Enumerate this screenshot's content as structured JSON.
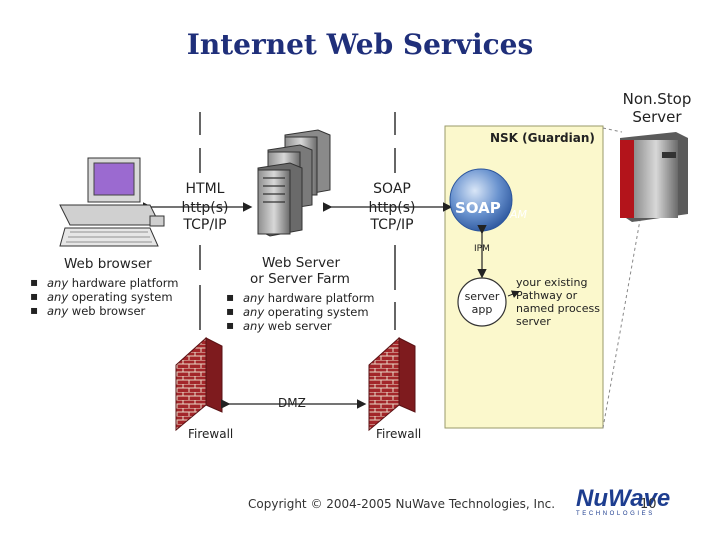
{
  "title": "Internet Web Services",
  "nonstop": {
    "line1": "Non.Stop",
    "line2": "Server"
  },
  "nsk_label": "NSK (Guardian)",
  "left_proto": {
    "line1": "HTML",
    "line2": "http(s)",
    "line3": "TCP/IP"
  },
  "right_proto": {
    "line1": "SOAP",
    "line2": "http(s)",
    "line3": "TCP/IP"
  },
  "browser": {
    "title": "Web browser",
    "bullets": [
      {
        "em": "any",
        "rest": " hardware platform"
      },
      {
        "em": "any",
        "rest": " operating system"
      },
      {
        "em": "any",
        "rest": " web browser"
      }
    ]
  },
  "server": {
    "title1": "Web Server",
    "title2": "or Server Farm",
    "bullets": [
      {
        "em": "any",
        "rest": " hardware platform"
      },
      {
        "em": "any",
        "rest": " operating system"
      },
      {
        "em": "any",
        "rest": " web server"
      }
    ]
  },
  "soap_am": {
    "soap": "SOAP",
    "am": "AM"
  },
  "ipm": "IPM",
  "server_app": {
    "line1": "server",
    "line2": "app"
  },
  "existing": {
    "line1": "your existing",
    "line2": "Pathway or",
    "line3": "named process",
    "line4": "server"
  },
  "dmz": "DMZ",
  "firewall_left": "Firewall",
  "firewall_right": "Firewall",
  "footer": "Copyright © 2004-2005 NuWave Technologies, Inc.",
  "logo": {
    "nu": "Nu",
    "wave": "Wave",
    "sub": "TECHNOLOGIES"
  },
  "page_number": "10",
  "colors": {
    "title": "#1f2f7a",
    "nsk_panel": "#fbf8cc",
    "logo_blue": "#1d3d8f",
    "brick": "#a3262a",
    "soap_blue": "#3d6fb8"
  }
}
